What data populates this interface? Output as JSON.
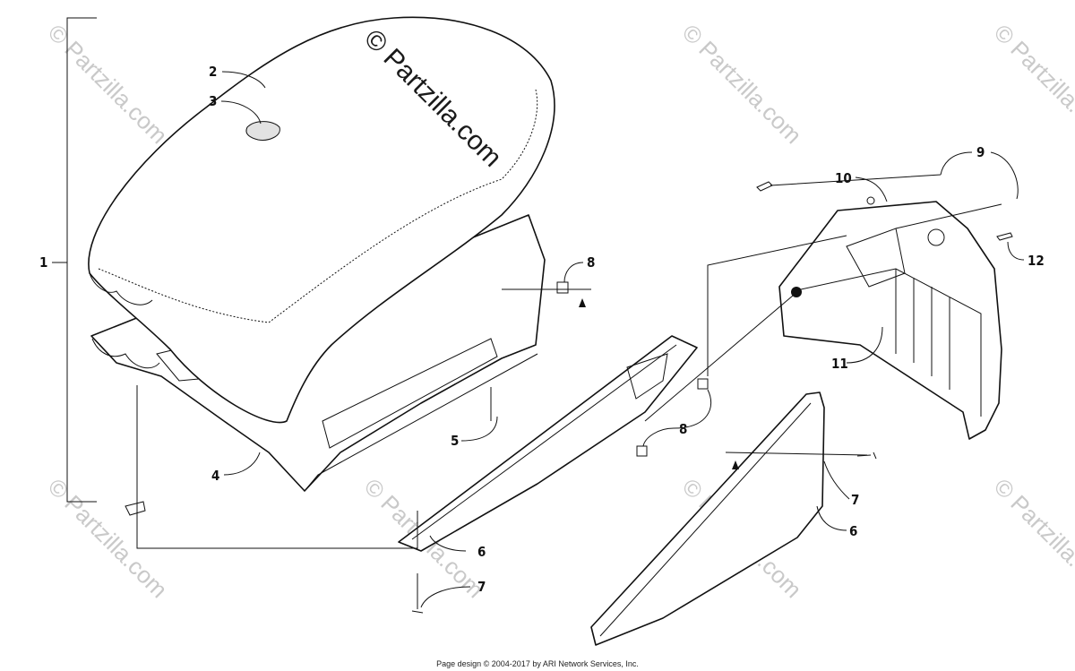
{
  "watermark": {
    "main": "© Partzilla.com",
    "repeat": "© Partzilla.com"
  },
  "callouts": {
    "c1": "1",
    "c2": "2",
    "c3": "3",
    "c4": "4",
    "c5": "5",
    "c6a": "6",
    "c6b": "6",
    "c7a": "7",
    "c7b": "7",
    "c8a": "8",
    "c8b": "8",
    "c9": "9",
    "c10": "10",
    "c11": "11",
    "c12": "12"
  },
  "footer": "Page design © 2004-2017 by ARI Network Services, Inc."
}
